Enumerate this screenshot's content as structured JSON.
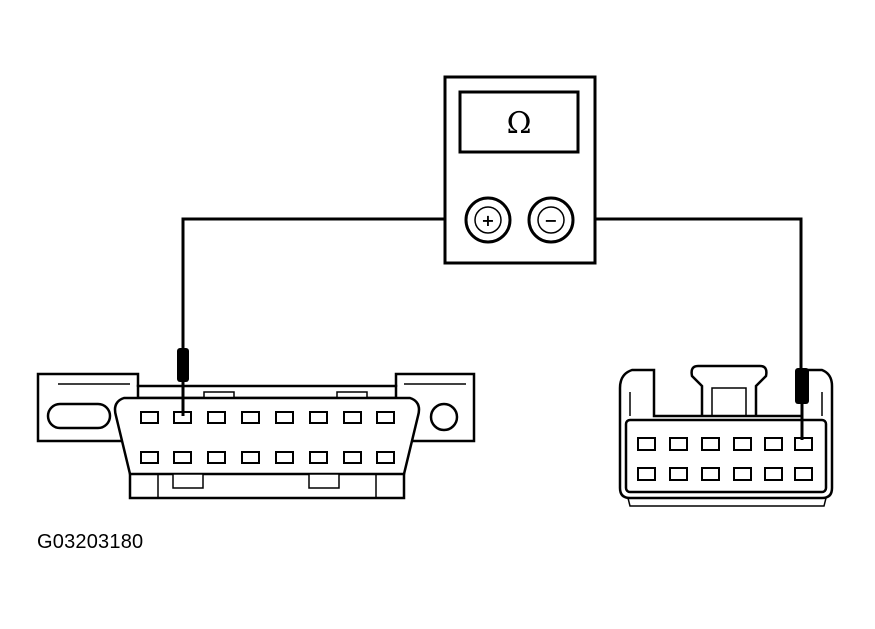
{
  "figure": {
    "id_label": "G03203180"
  },
  "meter": {
    "display_symbol": "Ω",
    "positive_symbol": "+",
    "negative_symbol": "−"
  },
  "icons": {
    "meter": "multimeter-ohms-icon",
    "dlc": "obd-ii-data-link-connector",
    "module_connector": "module-connector"
  }
}
